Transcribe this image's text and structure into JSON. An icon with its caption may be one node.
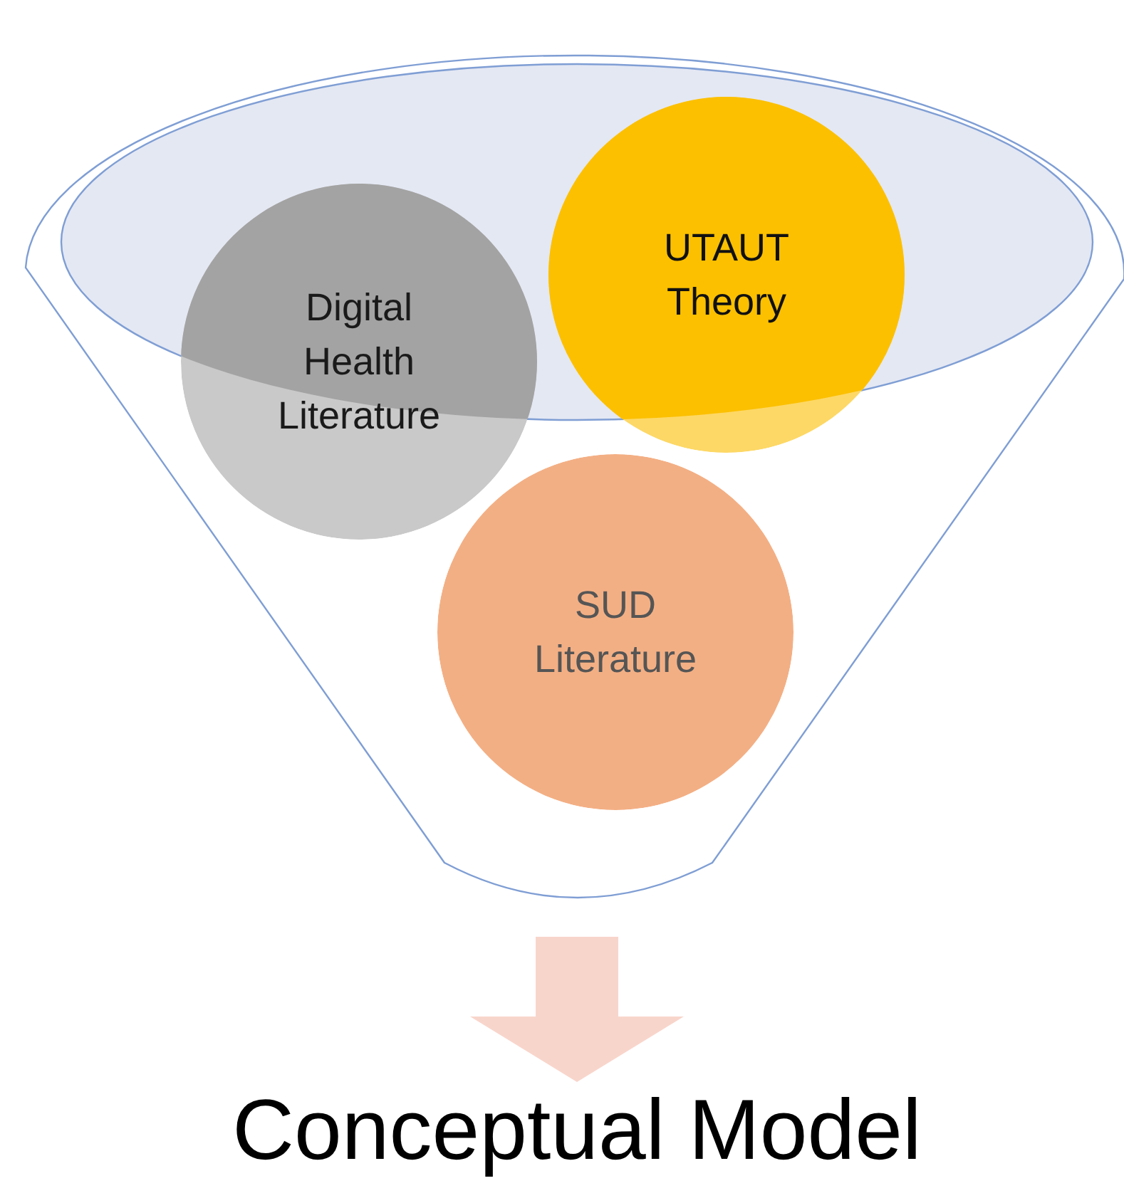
{
  "diagram": {
    "nodes": [
      {
        "text": [],
        "shape": "funnel"
      },
      {
        "text": [
          "Digital Health Literature"
        ],
        "in": 0
      },
      {
        "text": [
          "UTAUT Theory"
        ],
        "in": 0
      },
      {
        "text": [
          "SUD Literature"
        ],
        "in": 0
      },
      {
        "text": [
          "Conceptual Model"
        ]
      }
    ],
    "edges": [
      {
        "from": 0,
        "to": 4,
        "arrow": "to",
        "style": "thick",
        "color": "#f8d5cb"
      }
    ]
  }
}
